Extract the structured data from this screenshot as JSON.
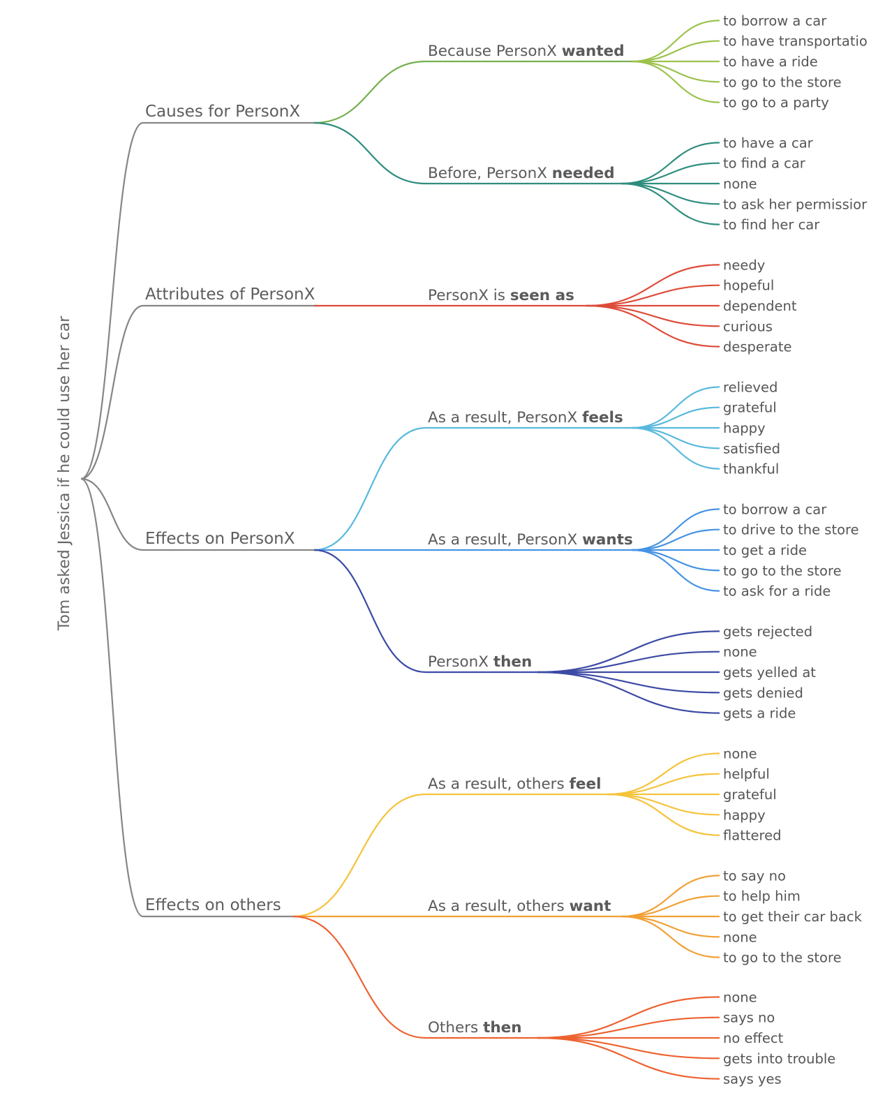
{
  "root": {
    "label": "Tom asked Jessica if he could use her car",
    "color": "#868686"
  },
  "categories": [
    {
      "label": "Causes for PersonX",
      "relations": [
        {
          "prefix": "Because PersonX ",
          "keyword": "wanted",
          "color": "#74b04e",
          "children": [
            "to borrow a car",
            "to have transportatio",
            "to have a ride",
            "to go to the store",
            "to go to a party"
          ],
          "childColor": "#9cc24c"
        },
        {
          "prefix": "Before, PersonX ",
          "keyword": "needed",
          "color": "#2f8d7e",
          "children": [
            "to have a car",
            "to find a car",
            "none",
            "to ask her permissior",
            "to find her car"
          ],
          "childColor": "#2f8d7e"
        }
      ]
    },
    {
      "label": "Attributes of PersonX",
      "relations": [
        {
          "prefix": "PersonX is ",
          "keyword": "seen as",
          "color": "#de4b39",
          "children": [
            "needy",
            "hopeful",
            "dependent",
            "curious",
            "desperate"
          ],
          "childColor": "#de4b39"
        }
      ]
    },
    {
      "label": "Effects on PersonX",
      "relations": [
        {
          "prefix": "As a result, PersonX ",
          "keyword": "feels",
          "color": "#58b9dd",
          "children": [
            "relieved",
            "grateful",
            "happy",
            "satisfied",
            "thankful"
          ],
          "childColor": "#58b9dd"
        },
        {
          "prefix": "As a result, PersonX ",
          "keyword": "wants",
          "color": "#4593e4",
          "children": [
            "to borrow a car",
            "to drive to the store",
            "to get a ride",
            "to go to the store",
            "to ask for a ride"
          ],
          "childColor": "#4593e4"
        },
        {
          "prefix": "PersonX ",
          "keyword": "then",
          "color": "#3c4aa4",
          "children": [
            "gets rejected",
            "none",
            "gets yelled at",
            "gets denied",
            "gets a ride"
          ],
          "childColor": "#3c4aa4"
        }
      ]
    },
    {
      "label": "Effects on others",
      "relations": [
        {
          "prefix": "As a result, others ",
          "keyword": "feel",
          "color": "#f5c33c",
          "children": [
            "none",
            "helpful",
            "grateful",
            "happy",
            "flattered"
          ],
          "childColor": "#f5c33c"
        },
        {
          "prefix": "As a result, others ",
          "keyword": "want",
          "color": "#f1a035",
          "children": [
            "to say no",
            "to help him",
            "to get their car back",
            "none",
            "to go to the store"
          ],
          "childColor": "#f1a035"
        },
        {
          "prefix": "Others ",
          "keyword": "then",
          "color": "#ed6230",
          "children": [
            "none",
            "says no",
            "no effect",
            "gets into trouble",
            "says yes"
          ],
          "childColor": "#ed6230"
        }
      ]
    }
  ]
}
